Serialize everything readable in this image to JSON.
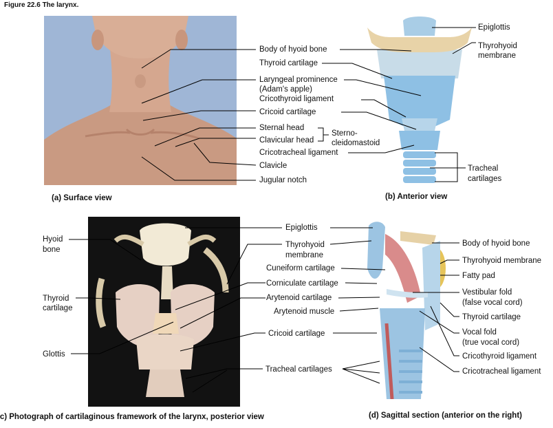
{
  "figure_title": "Figure 22.6 The larynx.",
  "panel_a": {
    "caption": "(a)  Surface view",
    "labels": {
      "hyoid": "Body of hyoid bone",
      "thyroid": "Thyroid cartilage",
      "prominence_1": "Laryngeal prominence",
      "prominence_2": "(Adam's apple)",
      "cricoid": "Cricoid cartilage",
      "sternal": "Sternal head",
      "clavicular": "Clavicular head",
      "scm_1": "Sterno-",
      "scm_2": "cleidomastoid",
      "clavicle": "Clavicle",
      "jugular": "Jugular notch"
    }
  },
  "panel_b": {
    "caption": "(b)  Anterior view",
    "labels": {
      "epiglottis": "Epiglottis",
      "thyrohyoid_1": "Thyrohyoid",
      "thyrohyoid_2": "membrane",
      "cricothyroid": "Cricothyroid ligament",
      "cricotracheal": "Cricotracheal ligament",
      "tracheal_1": "Tracheal",
      "tracheal_2": "cartilages"
    }
  },
  "panel_c": {
    "caption": "(c)  Photograph of cartilaginous framework of the larynx, posterior view",
    "labels": {
      "hyoid_1": "Hyoid",
      "hyoid_2": "bone",
      "thyroid_1": "Thyroid",
      "thyroid_2": "cartilage",
      "glottis": "Glottis",
      "epiglottis": "Epiglottis",
      "thyrohyoid_1": "Thyrohyoid",
      "thyrohyoid_2": "membrane",
      "cuneiform": "Cuneiform cartilage",
      "corniculate": "Corniculate cartilage",
      "arytenoid": "Arytenoid cartilage",
      "arytenoid_muscle": "Arytenoid muscle",
      "cricoid": "Cricoid cartilage",
      "tracheal": "Tracheal cartilages"
    }
  },
  "panel_d": {
    "caption": "(d)  Sagittal section (anterior on the right)",
    "labels": {
      "hyoid": "Body of hyoid bone",
      "thyrohyoid": "Thyrohyoid membrane",
      "fatty": "Fatty pad",
      "vestibular_1": "Vestibular fold",
      "vestibular_2": "(false vocal cord)",
      "thyroid": "Thyroid cartilage",
      "vocal_1": "Vocal fold",
      "vocal_2": "(true vocal cord)",
      "cricothyroid": "Cricothyroid ligament",
      "cricotracheal": "Cricotracheal ligament"
    }
  }
}
